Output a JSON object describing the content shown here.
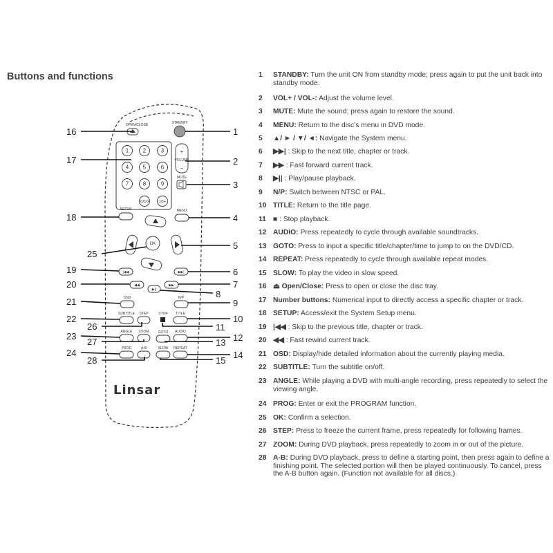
{
  "heading": "Buttons and functions",
  "brand": "Linsar",
  "remote": {
    "buttons": [
      {
        "id": "standby",
        "label": "STANDBY"
      },
      {
        "id": "open-close",
        "label": "OPEN/CLOSE"
      },
      {
        "id": "volume",
        "label": "VOLUME"
      },
      {
        "id": "mute",
        "label": "MUTE"
      },
      {
        "id": "setup",
        "label": "SETUP"
      },
      {
        "id": "menu",
        "label": "MENU"
      },
      {
        "id": "ok",
        "label": "OK"
      },
      {
        "id": "osd",
        "label": "OSD"
      },
      {
        "id": "np",
        "label": "N/P"
      },
      {
        "id": "subtitle",
        "label": "SUBTITLE"
      },
      {
        "id": "step",
        "label": "STEP"
      },
      {
        "id": "stop",
        "label": "STOP"
      },
      {
        "id": "title",
        "label": "TITLE"
      },
      {
        "id": "angle",
        "label": "ANGLE"
      },
      {
        "id": "zoom",
        "label": "ZOOM"
      },
      {
        "id": "goto",
        "label": "GOTO"
      },
      {
        "id": "audio",
        "label": "AUDIO"
      },
      {
        "id": "prog",
        "label": "PROG"
      },
      {
        "id": "ab",
        "label": "A-B"
      },
      {
        "id": "slow",
        "label": "SLOW"
      },
      {
        "id": "repeat",
        "label": "REPEAT"
      }
    ],
    "digits": [
      "1",
      "2",
      "3",
      "4",
      "5",
      "6",
      "7",
      "8",
      "9",
      "0/10",
      "10+"
    ]
  },
  "callouts": [
    {
      "n": "16"
    },
    {
      "n": "1"
    },
    {
      "n": "17"
    },
    {
      "n": "2"
    },
    {
      "n": "3"
    },
    {
      "n": "18"
    },
    {
      "n": "4"
    },
    {
      "n": "25"
    },
    {
      "n": "5"
    },
    {
      "n": "19"
    },
    {
      "n": "6"
    },
    {
      "n": "20"
    },
    {
      "n": "7"
    },
    {
      "n": "8"
    },
    {
      "n": "21"
    },
    {
      "n": "9"
    },
    {
      "n": "22"
    },
    {
      "n": "10"
    },
    {
      "n": "26"
    },
    {
      "n": "11"
    },
    {
      "n": "23"
    },
    {
      "n": "12"
    },
    {
      "n": "27"
    },
    {
      "n": "13"
    },
    {
      "n": "24"
    },
    {
      "n": "14"
    },
    {
      "n": "28"
    },
    {
      "n": "15"
    }
  ],
  "items": [
    {
      "n": "1",
      "term": "STANDBY:",
      "text": " Turn the unit ON from standby mode; press again to put the unit back into standby mode."
    },
    {
      "n": "2",
      "term": "VOL+ / VOL-:",
      "text": " Adjust the volume level."
    },
    {
      "n": "3",
      "term": "MUTE:",
      "text": " Mute the sound; press again to restore the sound."
    },
    {
      "n": "4",
      "term": "MENU:",
      "text": " Return to the disc's menu in DVD mode."
    },
    {
      "n": "5",
      "term": "▲/ ► / ▼/ ◄:",
      "text": " Navigate the System menu."
    },
    {
      "n": "6",
      "term": "▶▶|",
      "text": " : Skip to the next title, chapter or track."
    },
    {
      "n": "7",
      "term": "▶▶",
      "text": " : Fast forward current track."
    },
    {
      "n": "8",
      "term": "▶||",
      "text": " : Play/pause playback."
    },
    {
      "n": "9",
      "term": "N/P:",
      "text": " Switch between NTSC or PAL."
    },
    {
      "n": "10",
      "term": "TITLE:",
      "text": " Return to the title page."
    },
    {
      "n": "11",
      "term": "■",
      "text": " : Stop playback."
    },
    {
      "n": "12",
      "term": "AUDIO:",
      "text": " Press repeatedly to cycle through available soundtracks."
    },
    {
      "n": "13",
      "term": "GOTO:",
      "text": " Press to input a specific title/chapter/time to jump to on the DVD/CD."
    },
    {
      "n": "14",
      "term": "REPEAT:",
      "text": " Press repeatedly to cycle through available repeat modes."
    },
    {
      "n": "15",
      "term": "SLOW:",
      "text": " To play the video in slow speed."
    },
    {
      "n": "16",
      "term": "⏏ Open/Close:",
      "text": " Press to open or close the disc tray."
    },
    {
      "n": "17",
      "term": "Number buttons:",
      "text": " Numerical input to directly access a specific chapter or track."
    },
    {
      "n": "18",
      "term": "SETUP:",
      "text": " Access/exit the System Setup menu."
    },
    {
      "n": "19",
      "term": "|◀◀",
      "text": " : Skip to the previous title, chapter or track."
    },
    {
      "n": "20",
      "term": "◀◀",
      "text": " : Fast rewind current track."
    },
    {
      "n": "21",
      "term": "OSD:",
      "text": " Display/hide detailed information about the currently playing media."
    },
    {
      "n": "22",
      "term": "SUBTITLE:",
      "text": " Turn the subtitle on/off."
    },
    {
      "n": "23",
      "term": "ANGLE:",
      "text": " While playing a DVD with multi-angle recording, press repeatedly to select the viewing angle."
    },
    {
      "n": "24",
      "term": "PROG:",
      "text": " Enter or exit the PROGRAM function."
    },
    {
      "n": "25",
      "term": "OK:",
      "text": " Confirm a selection."
    },
    {
      "n": "26",
      "term": "STEP:",
      "text": " Press to freeze the current frame, press repeatedly for following frames."
    },
    {
      "n": "27",
      "term": "ZOOM:",
      "text": " During DVD playback, press repeatedly to zoom in or out of the picture."
    },
    {
      "n": "28",
      "term": "A-B:",
      "text": " During DVD playback, press to define a starting point, then press again to define a finishing point. The selected portion will then be played continuously. To cancel, press the A-B button again. (Function not available for all discs.)"
    }
  ]
}
